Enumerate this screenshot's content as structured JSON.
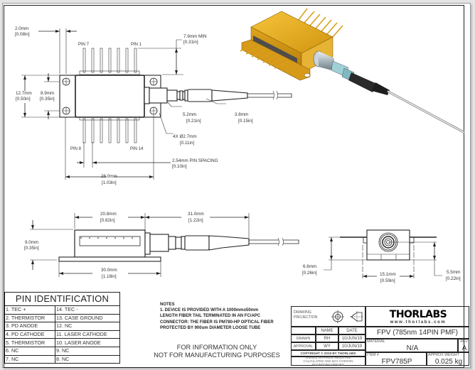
{
  "drawing": {
    "top_view": {
      "dims": {
        "flange_width": {
          "mm": "2.0mm",
          "in": "[0.08in]"
        },
        "pin_length": {
          "mm": "7.9mm  MIN",
          "in": "[0.31in]"
        },
        "overall_height": {
          "mm": "12.7mm",
          "in": "[0.50in]"
        },
        "hole_spacing": {
          "mm": "8.9mm",
          "in": "[0.35in]"
        },
        "boot_dia": {
          "mm": "5.2mm",
          "in": "[0.21in]"
        },
        "tube_dia": {
          "mm": "3.8mm",
          "in": "[0.15in]"
        },
        "hole_dia": {
          "mm": "4X Ø2.7mm",
          "in": "[0.11in]"
        },
        "pin_spacing": {
          "mm": "2.54mm PIN SPACING",
          "in": "[0.10in]"
        },
        "overall_length": {
          "mm": "26.0mm",
          "in": "[1.03in]"
        }
      },
      "pin_labels": {
        "pin7": "PIN 7",
        "pin1": "PIN 1",
        "pin8": "PIN 8",
        "pin14": "PIN 14"
      }
    },
    "side_view": {
      "dims": {
        "body_length": {
          "mm": "20.8mm",
          "in": "[0.82in]"
        },
        "connector_length": {
          "mm": "31.0mm",
          "in": "[1.22in]"
        },
        "height": {
          "mm": "9.0mm",
          "in": "[0.35in]"
        },
        "base_length": {
          "mm": "30.0mm",
          "in": "[1.18in]"
        }
      }
    },
    "end_view": {
      "dims": {
        "left_height": {
          "mm": "6.6mm",
          "in": "[0.26in]"
        },
        "width": {
          "mm": "15.1mm",
          "in": "[0.59in]"
        },
        "right_height": {
          "mm": "5.5mm",
          "in": "[0.22in]"
        }
      }
    },
    "iso_view": {
      "body_color": "#e3a81c",
      "pin_color": "#c98f12",
      "boot_color": "#222222"
    }
  },
  "pin_identification": {
    "title": "PIN IDENTIFICATION",
    "rows": [
      [
        "1. TEC +",
        "14. TEC -"
      ],
      [
        "2. THERMISTOR",
        "13. CASE GROUND"
      ],
      [
        "3. PD ANODE",
        "12. NC"
      ],
      [
        "4. PD CATHODE",
        "11. LASER CATHODE"
      ],
      [
        "5. THERMISTOR",
        "10. LASER ANODE"
      ],
      [
        "6. NC",
        "9. NC"
      ],
      [
        "7. NC",
        "8. NC"
      ]
    ]
  },
  "notes": {
    "heading": "NOTES",
    "lines": [
      "1.  DEVICE IS PROVIDED WITH A 1000mm±50mm",
      "LENGTH FIBER TAIL TERMINATED IN AN FC/APC",
      "CONNECTOR: THE FIBER IS PM780-HP OPTICAL FIBER",
      "PROTECTED BY 900um DIAMETER LOOSE TUBE"
    ],
    "disclaimer": [
      "FOR INFORMATION ONLY",
      "NOT FOR MANUFACTURING PURPOSES"
    ]
  },
  "title_block": {
    "projection_label": "DRAWING PROJECTION",
    "name_header": "NAME",
    "date_header": "DATE",
    "drawn_label": "DRAWN",
    "drawn_name": "RH",
    "drawn_date": "10/JUN/19",
    "approval_label": "APPROVAL",
    "approval_name": "WY",
    "approval_date": "10/JUN/19",
    "copyright": "COPYRIGHT © 2019 BY THORLABS",
    "values_note": "VALUES IN PARENTHESIS ARE CALCULATED AND MAY CONTAIN ROUNDOFF ERRORS",
    "logo": "THORLABS",
    "website": "www.thorlabs.com",
    "title": "FPV (785nm 14PIN PMF)",
    "material_label": "MATERIAL",
    "material": "N/A",
    "rev_label": "REV",
    "rev": "A",
    "item_label": "ITEM #",
    "item": "FPV785P",
    "weight_label": "APPROX WEIGHT",
    "weight": "0.025 kg"
  }
}
